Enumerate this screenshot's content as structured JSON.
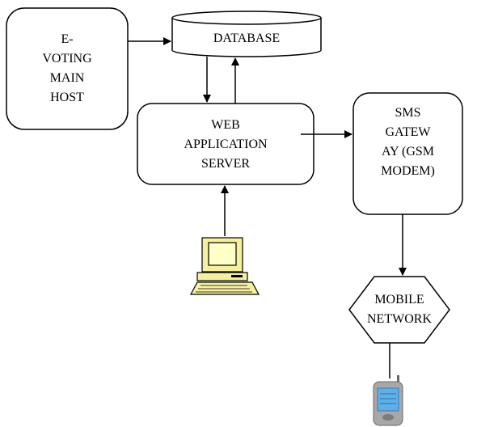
{
  "nodes": {
    "main_host": {
      "lines": [
        "E-",
        "VOTING",
        "MAIN",
        "HOST"
      ]
    },
    "database": {
      "label": "DATABASE"
    },
    "web_server": {
      "lines": [
        "WEB",
        "APPLICATION",
        "SERVER"
      ]
    },
    "sms_gateway": {
      "lines": [
        "SMS",
        "GATEW",
        "AY (GSM",
        "MODEM)"
      ]
    },
    "mobile_network": {
      "lines": [
        "MOBILE",
        "NETWORK"
      ]
    }
  },
  "icons": {
    "computer": "desktop-computer-icon",
    "phone": "mobile-phone-icon"
  },
  "colors": {
    "stroke": "#000000",
    "computer_body": "#f5f0a0",
    "computer_screen": "#ffffc8",
    "phone_body": "#a8a8a8",
    "phone_screen": "#5fb0e8"
  }
}
